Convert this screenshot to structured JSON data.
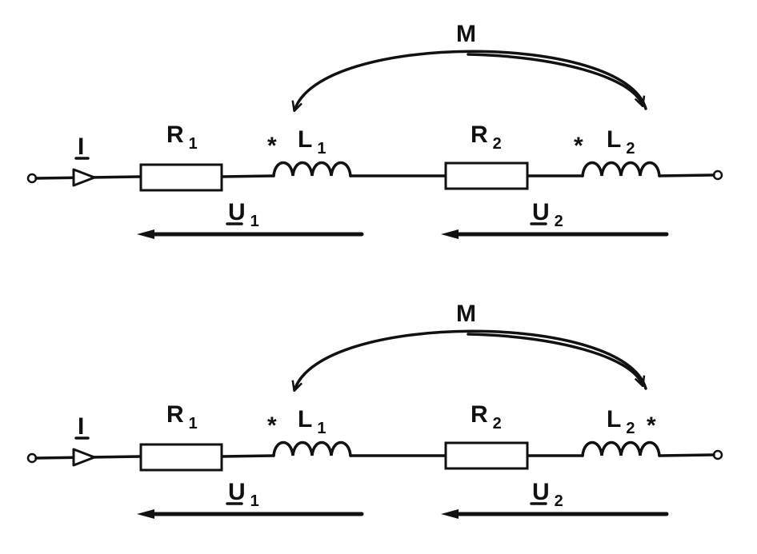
{
  "circuits": [
    {
      "current": "I",
      "mutual": "M",
      "r1": {
        "base": "R",
        "sub": "1"
      },
      "l1": {
        "base": "L",
        "sub": "1"
      },
      "r2": {
        "base": "R",
        "sub": "2"
      },
      "l2": {
        "base": "L",
        "sub": "2"
      },
      "u1": {
        "base": "U",
        "sub": "1"
      },
      "u2": {
        "base": "U",
        "sub": "2"
      },
      "dot_mark": "*",
      "l2_dot_side": "before"
    },
    {
      "current": "I",
      "mutual": "M",
      "r1": {
        "base": "R",
        "sub": "1"
      },
      "l1": {
        "base": "L",
        "sub": "1"
      },
      "r2": {
        "base": "R",
        "sub": "2"
      },
      "l2": {
        "base": "L",
        "sub": "2"
      },
      "u1": {
        "base": "U",
        "sub": "1"
      },
      "u2": {
        "base": "U",
        "sub": "2"
      },
      "dot_mark": "*",
      "l2_dot_side": "after"
    }
  ],
  "colors": {
    "ink": "#111111",
    "background": "#ffffff"
  }
}
